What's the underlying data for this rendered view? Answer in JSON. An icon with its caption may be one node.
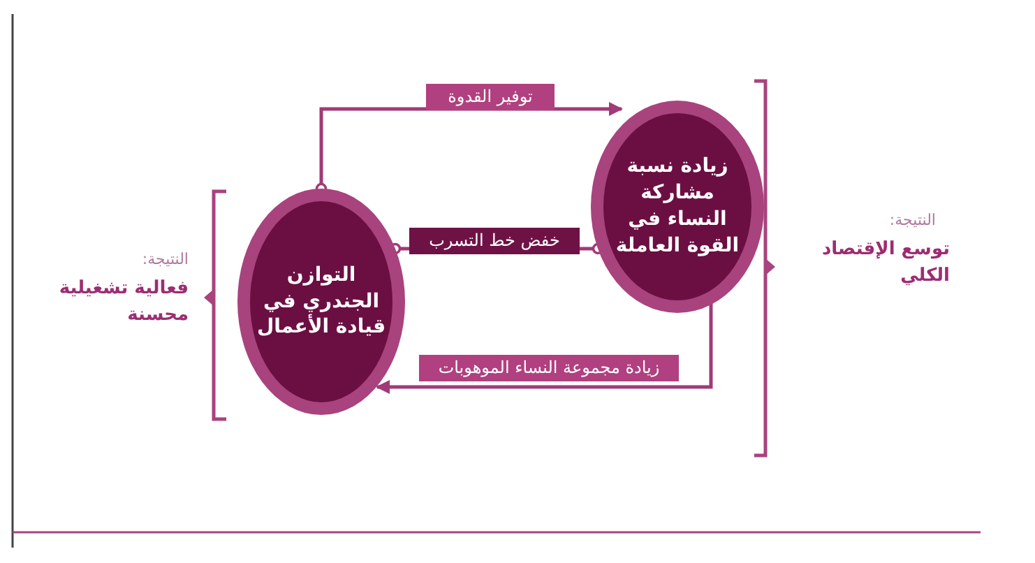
{
  "diagram": {
    "nodes": [
      {
        "text": [
          "التوازن الجندري في قيادة الأعمال"
        ]
      },
      {
        "text": [
          "زيادة نسبة مشاركة النساء في القوة العاملة"
        ]
      }
    ],
    "edges": [
      {
        "from": 0,
        "to": 1,
        "arrow": "to",
        "label": "توفير القدوة"
      },
      {
        "from": 0,
        "to": 1,
        "arrow": "other",
        "label": "خفض خط التسرب"
      },
      {
        "from": 1,
        "to": 0,
        "arrow": "to",
        "label": "زيادة مجموعة النساء الموهوبات"
      }
    ],
    "labels": [
      "النتيجة:",
      "توسع الإقتصاد الكلي",
      "النتيجة:",
      "فعالية تشغيلية محسنة"
    ]
  }
}
